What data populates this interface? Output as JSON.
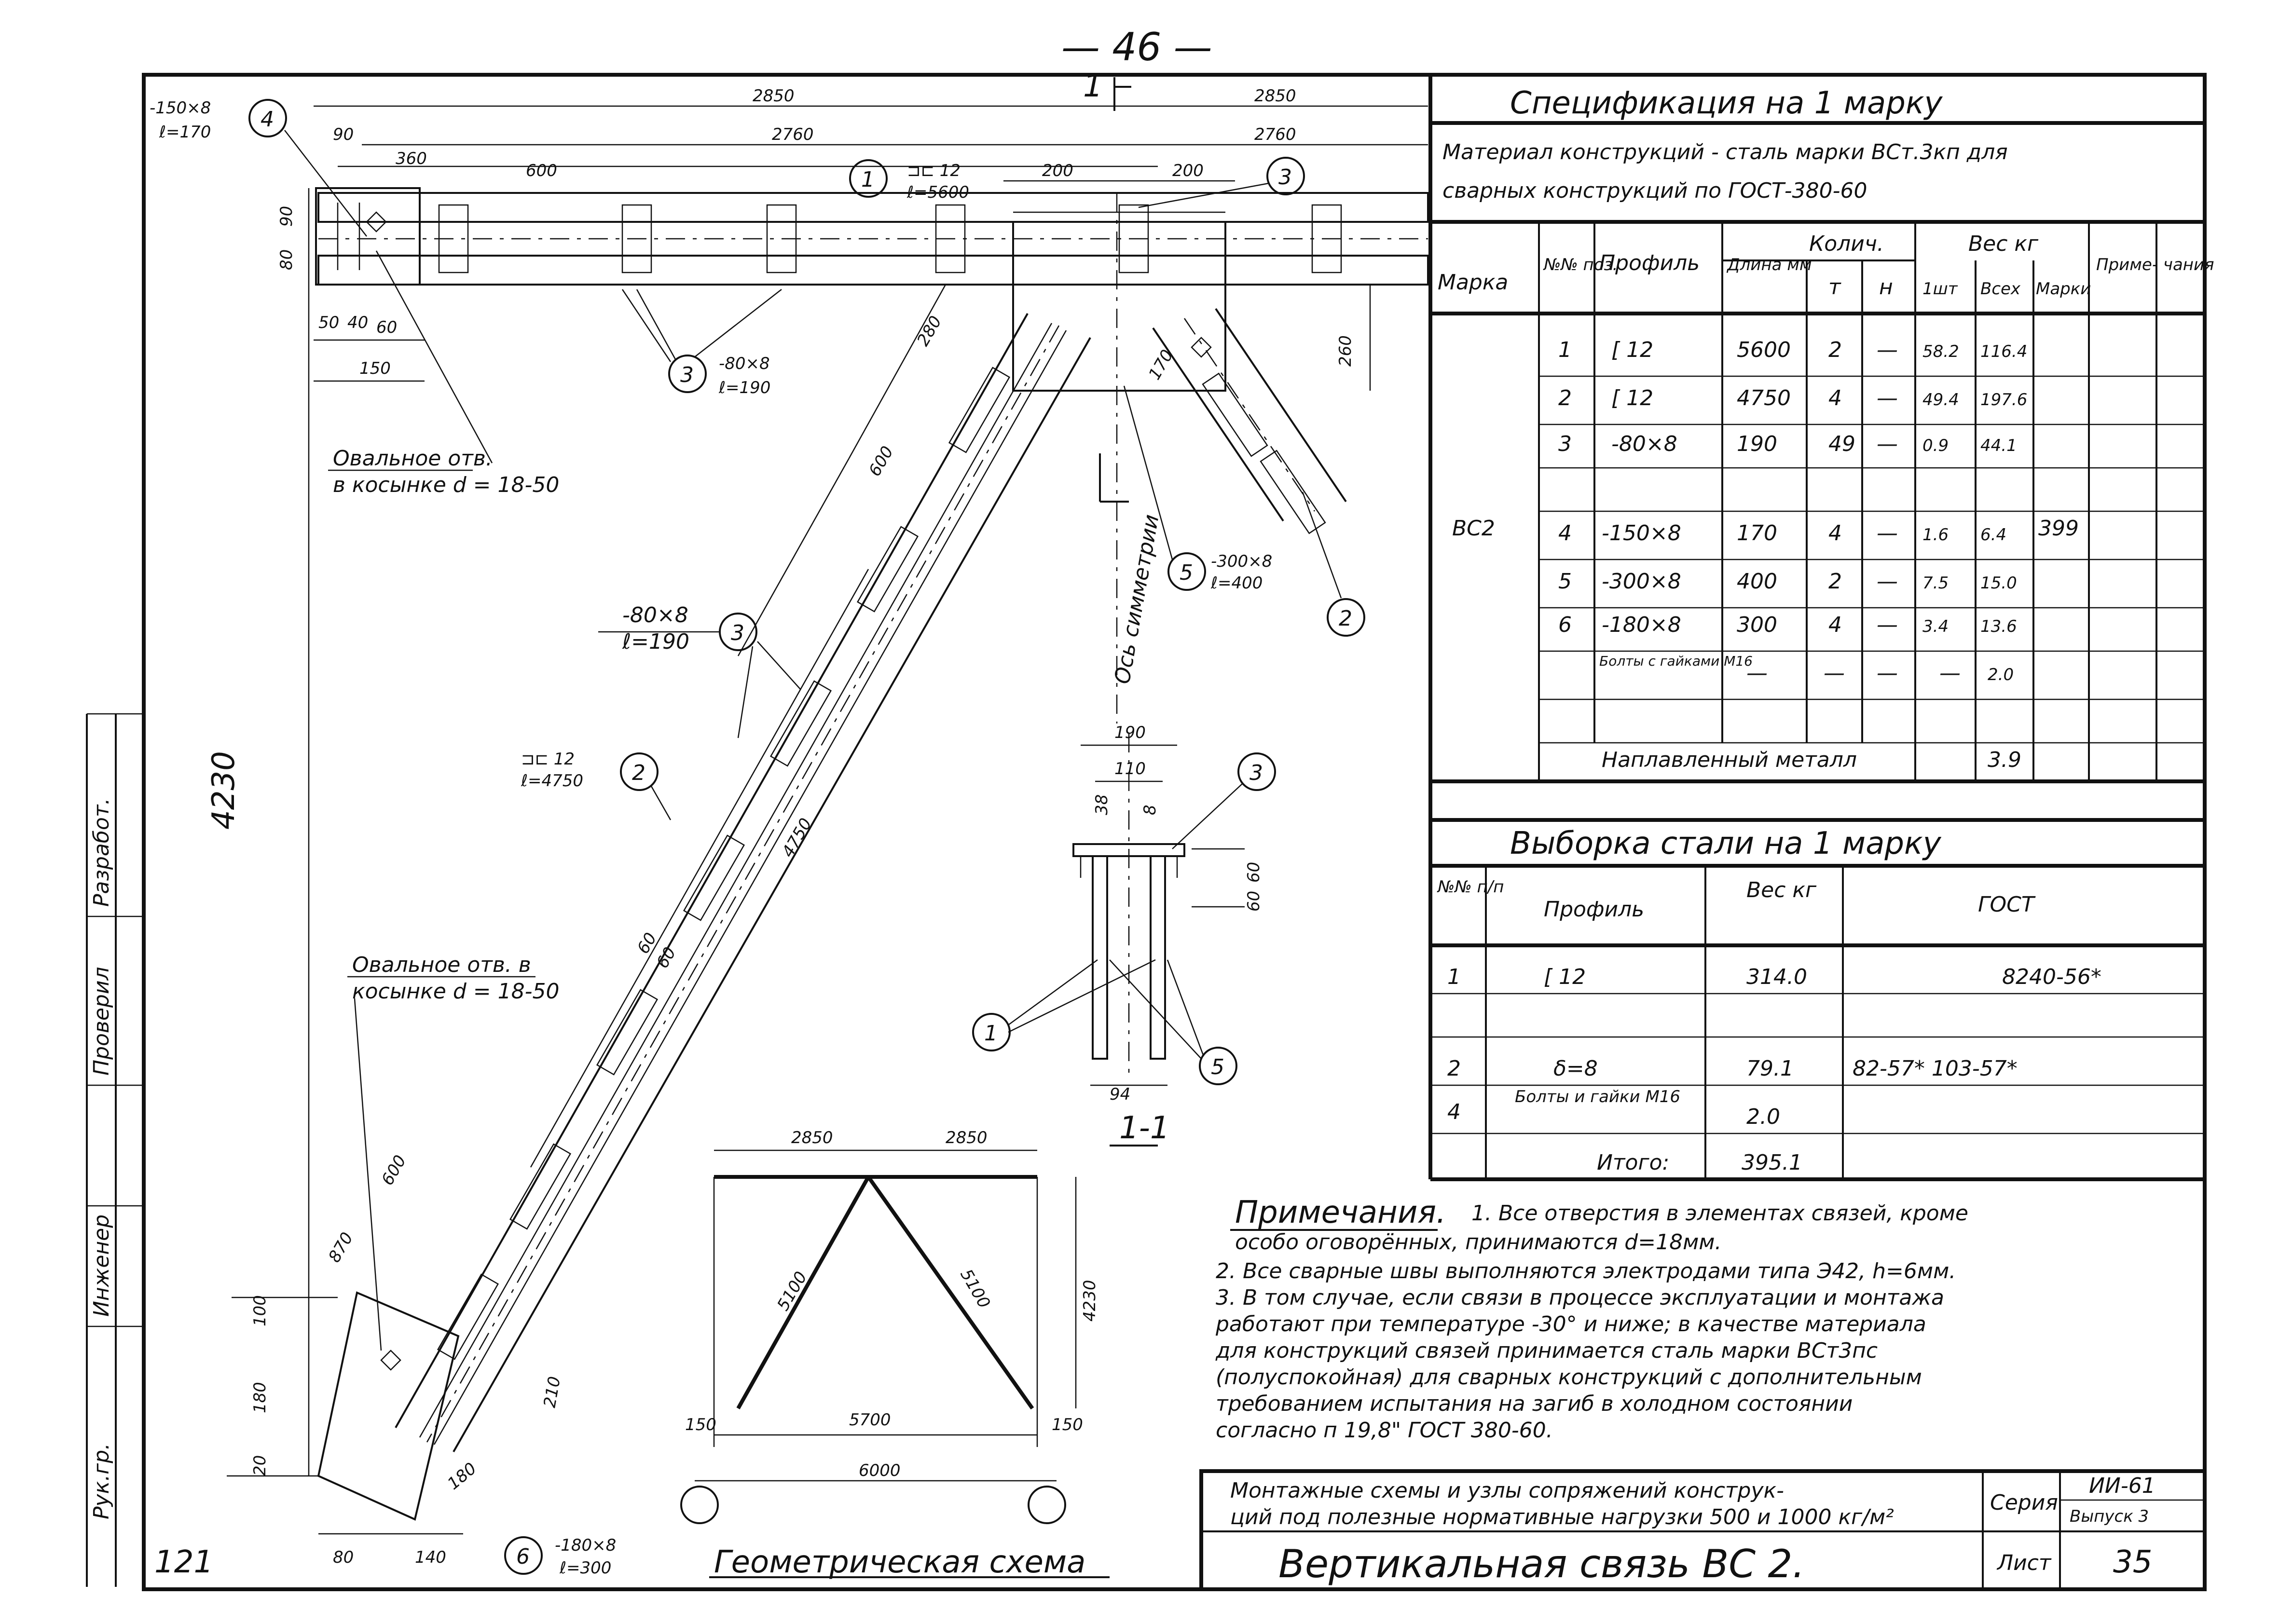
{
  "page": {
    "number": "— 46 —",
    "sheet_left": "121"
  },
  "drawing": {
    "dims_top": [
      "2850",
      "2850",
      "2760",
      "2760",
      "90",
      "360",
      "600",
      "200",
      "200"
    ],
    "dims_left_vertical": [
      "4230"
    ],
    "dims_left_small": [
      "50",
      "40",
      "60",
      "150",
      "90",
      "80"
    ],
    "diag_dims": [
      "280",
      "600",
      "4750",
      "600",
      "870",
      "170",
      "260",
      "210",
      "180",
      "100",
      "180",
      "20",
      "60",
      "60"
    ],
    "bottom_dims": [
      "80",
      "140"
    ],
    "section_mark": "1",
    "axis_label": "Ось симметрии",
    "positions": [
      {
        "num": "4",
        "label": "-150×8",
        "sub": "ℓ=170"
      },
      {
        "num": "1",
        "label": "⊐⊏ 12",
        "sub": "ℓ=5600"
      },
      {
        "num": "3",
        "label": "-80×8",
        "sub": "ℓ=190"
      },
      {
        "num": "3",
        "label": "",
        "sub": ""
      },
      {
        "num": "3",
        "label": "-80×8",
        "sub": "ℓ=190"
      },
      {
        "num": "2",
        "label": "⊐⊏ 12",
        "sub": "ℓ=4750"
      },
      {
        "num": "5",
        "label": "-300×8",
        "sub": "ℓ=400"
      },
      {
        "num": "2",
        "label": "",
        "sub": ""
      },
      {
        "num": "6",
        "label": "-180×8",
        "sub": "ℓ=300"
      }
    ],
    "notes_holes": [
      {
        "line1": "Овальное отв.",
        "line2": "в косынке d = 18-50"
      },
      {
        "line1": "Овальное отв. в",
        "line2": "косынке d = 18-50"
      }
    ]
  },
  "section": {
    "title": "1-1",
    "dims": [
      "190",
      "110",
      "38",
      "8",
      "60",
      "60",
      "94"
    ],
    "callouts": [
      "3",
      "1",
      "5"
    ]
  },
  "geometry": {
    "title": "Геометрическая схема",
    "dims": [
      "2850",
      "2850",
      "5100",
      "5100",
      "4230",
      "150",
      "5700",
      "150",
      "6000"
    ]
  },
  "spec": {
    "title": "Спецификация на 1 марку",
    "material_line1": "Материал конструкций - сталь марки ВСт.3кп для",
    "material_line2": "сварных конструкций по ГОСТ-380-60",
    "headers": {
      "mark": "Марка",
      "pos": "№№ поз.",
      "profile": "Профиль",
      "length": "Длина мм",
      "qty": "Колич.",
      "qty_t": "т",
      "qty_n": "н",
      "weight": "Вес кг",
      "w1": "1шт",
      "wall": "Всех",
      "wmark": "Марки",
      "note": "Приме- чания"
    },
    "mark_value": "ВС2",
    "mark_total": "399",
    "rows": [
      {
        "pos": "1",
        "profile": "[ 12",
        "length": "5600",
        "t": "2",
        "n": "—",
        "w1": "58.2",
        "wall": "116.4"
      },
      {
        "pos": "2",
        "profile": "[ 12",
        "length": "4750",
        "t": "4",
        "n": "—",
        "w1": "49.4",
        "wall": "197.6"
      },
      {
        "pos": "3",
        "profile": "-80×8",
        "length": "190",
        "t": "49",
        "n": "—",
        "w1": "0.9",
        "wall": "44.1"
      },
      {
        "pos": "4",
        "profile": "-150×8",
        "length": "170",
        "t": "4",
        "n": "—",
        "w1": "1.6",
        "wall": "6.4"
      },
      {
        "pos": "5",
        "profile": "-300×8",
        "length": "400",
        "t": "2",
        "n": "—",
        "w1": "7.5",
        "wall": "15.0"
      },
      {
        "pos": "6",
        "profile": "-180×8",
        "length": "300",
        "t": "4",
        "n": "—",
        "w1": "3.4",
        "wall": "13.6"
      },
      {
        "pos": "",
        "profile": "Болты с гайками М16",
        "length": "—",
        "t": "—",
        "n": "—",
        "w1": "—",
        "wall": "2.0"
      }
    ],
    "weld_label": "Наплавленный металл",
    "weld_value": "3.9"
  },
  "selection": {
    "title": "Выборка стали на 1 марку",
    "headers": {
      "num": "№№ п/п",
      "profile": "Профиль",
      "weight": "Вес кг",
      "gost": "ГОСТ"
    },
    "rows": [
      {
        "num": "1",
        "profile": "[ 12",
        "weight": "314.0",
        "gost": "8240-56*"
      },
      {
        "num": "2",
        "profile": "δ=8",
        "weight": "79.1",
        "gost": "82-57*  103-57*"
      },
      {
        "num": "4",
        "profile": "Болты и гайки М16",
        "weight": "2.0",
        "gost": ""
      }
    ],
    "total_label": "Итого:",
    "total_value": "395.1"
  },
  "notes": {
    "title": "Примечания.",
    "lines": [
      "1. Все отверстия в элементах связей, кроме",
      "особо оговорённых, принимаются d=18мм.",
      "2. Все сварные швы выполняются электродами типа Э42, h=6мм.",
      "3. В том случае, если связи в процессе эксплуатации и монтажа",
      "работают при температуре -30° и ниже; в качестве материала",
      "для конструкций связей принимается сталь марки ВСт3пс",
      "(полуспокойная) для сварных конструкций с дополнительным",
      "требованием испытания на загиб в холодном состоянии",
      "согласно п 19,8\" ГОСТ 380-60."
    ]
  },
  "titleblock": {
    "desc_line1": "Монтажные схемы и узлы сопряжений конструк-",
    "desc_line2": "ций под полезные нормативные нагрузки 500 и 1000 кг/м²",
    "series_label": "Серия",
    "series_value": "ИИ-61",
    "issue": "Выпуск 3",
    "name": "Вертикальная связь ВС 2.",
    "sheet_label": "Лист",
    "sheet_value": "35"
  },
  "side_stamp": {
    "items": [
      "Рук.гр.",
      "Инженер",
      "Проверил",
      "Разработ."
    ]
  }
}
